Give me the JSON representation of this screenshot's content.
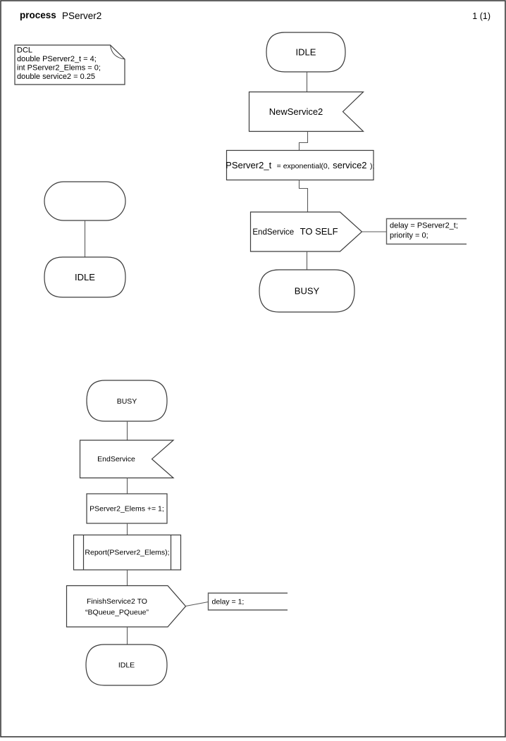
{
  "page": {
    "type_label": "process",
    "name": "PServer2",
    "page_number": "1 (1)"
  },
  "colors": {
    "background": "#ffffff",
    "symbol_stroke": "#3c3c3c",
    "connector": "#5a5a5a",
    "text": "#000000"
  },
  "declarations": {
    "lines": [
      "DCL",
      "double PServer2_t = 4;",
      "int PServer2_Elems = 0;",
      "double service2 = 0.25"
    ]
  },
  "init_flow": {
    "state": "IDLE"
  },
  "service_start_flow": {
    "state_top": "IDLE",
    "input_signal": "NewService2",
    "task": {
      "lhs": "PServer2_t",
      "mid": "= exponential(0,",
      "arg": "service2",
      "end": ");"
    },
    "output_signal": "EndService",
    "output_target": "TO SELF",
    "comment_line1": "delay = PServer2_t;",
    "comment_line2": "priority = 0;",
    "state_bottom": "BUSY"
  },
  "service_end_flow": {
    "state_top": "BUSY",
    "input_signal": "EndService",
    "task": "PServer2_Elems += 1;",
    "procedure_call": "Report(PServer2_Elems);",
    "output_line1": "FinishService2 TO",
    "output_line2": "“BQueue_PQueue”",
    "comment_line1": "delay = 1;",
    "state_bottom": "IDLE"
  }
}
